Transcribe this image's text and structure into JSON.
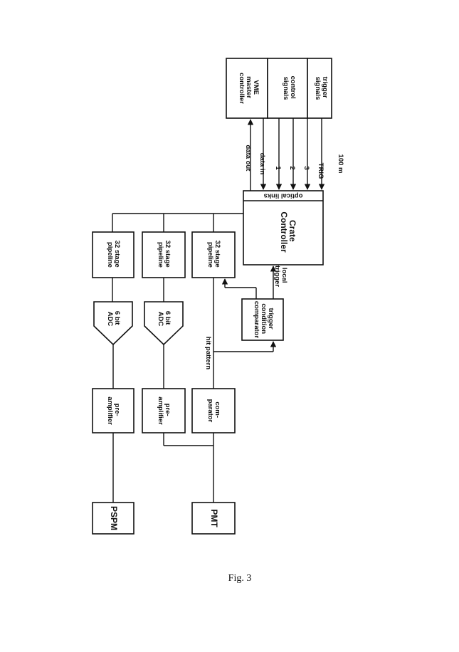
{
  "blocks": {
    "vme": [
      "VME",
      "master",
      "controller"
    ],
    "control": [
      "control",
      "signals"
    ],
    "trigger_sig": [
      "trigger",
      "signals"
    ],
    "optical": "optical links",
    "crate": [
      "Crate",
      "Controller"
    ],
    "pipe": [
      "32 stage",
      "pipeline"
    ],
    "adc": [
      "6 bit",
      "ADC"
    ],
    "preamp": [
      "pre-",
      "amplifier"
    ],
    "comparator": [
      "com-",
      "parator"
    ],
    "tcc": [
      "trigger",
      "condition",
      "comparator"
    ],
    "pspm": "PSPM",
    "pmt": "PMT"
  },
  "signals": {
    "data_out": "data out",
    "data_in": "data in",
    "ch1": "1",
    "ch2": "2",
    "ch3": "3",
    "trig": "TRIG",
    "distance": "100 m",
    "local_trigger": [
      "local",
      "trigger"
    ],
    "hit_pattern": "hit pattern"
  },
  "caption": "Fig. 3"
}
